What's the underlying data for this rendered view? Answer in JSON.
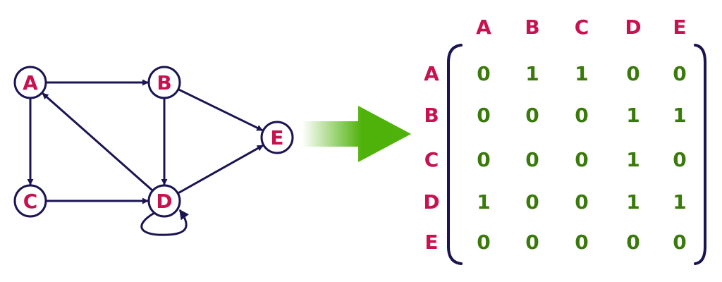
{
  "colors": {
    "node_label": "#c8114f",
    "edge": "#1a1452",
    "matrix_value": "#3a7a0a",
    "header": "#c8114f",
    "bracket": "#1a1452",
    "arrow_green": "#4fb20a"
  },
  "graph": {
    "nodes": [
      {
        "id": "A",
        "label": "A"
      },
      {
        "id": "B",
        "label": "B"
      },
      {
        "id": "C",
        "label": "C"
      },
      {
        "id": "D",
        "label": "D"
      },
      {
        "id": "E",
        "label": "E"
      }
    ],
    "edges": [
      {
        "from": "A",
        "to": "B"
      },
      {
        "from": "A",
        "to": "C"
      },
      {
        "from": "B",
        "to": "D"
      },
      {
        "from": "B",
        "to": "E"
      },
      {
        "from": "C",
        "to": "D"
      },
      {
        "from": "D",
        "to": "A"
      },
      {
        "from": "D",
        "to": "D"
      },
      {
        "from": "D",
        "to": "E"
      }
    ]
  },
  "matrix": {
    "col_headers": [
      "A",
      "B",
      "C",
      "D",
      "E"
    ],
    "row_headers": [
      "A",
      "B",
      "C",
      "D",
      "E"
    ],
    "rows": [
      [
        "0",
        "1",
        "1",
        "0",
        "0"
      ],
      [
        "0",
        "0",
        "0",
        "1",
        "1"
      ],
      [
        "0",
        "0",
        "0",
        "1",
        "0"
      ],
      [
        "1",
        "0",
        "0",
        "1",
        "1"
      ],
      [
        "0",
        "0",
        "0",
        "0",
        "0"
      ]
    ]
  },
  "arrow_icon": "right-arrow-icon"
}
